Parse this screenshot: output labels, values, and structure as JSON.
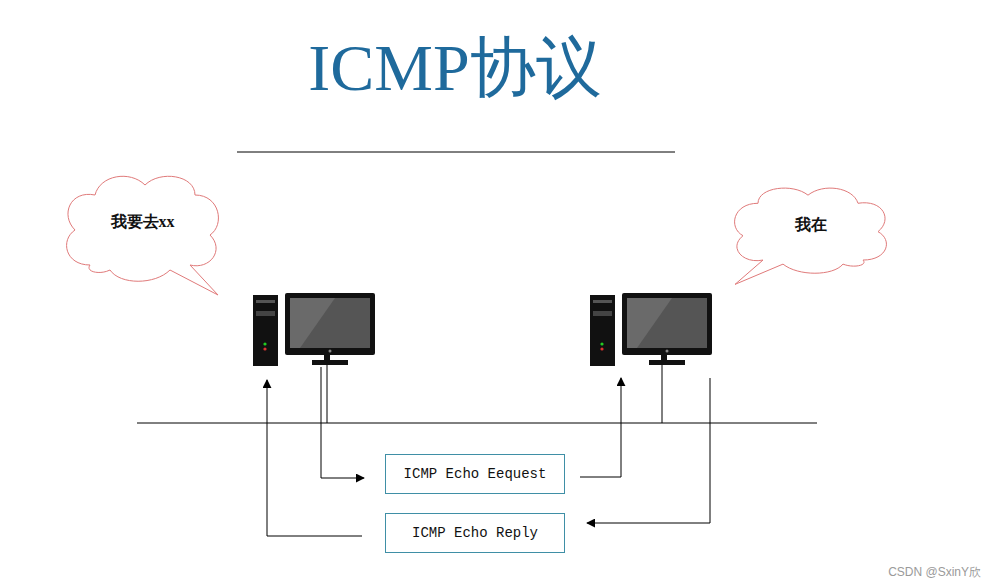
{
  "diagram": {
    "title": "ICMP协议",
    "nodes": [
      {
        "text": [
          "我要去xx"
        ]
      },
      {
        "text": [
          "我在"
        ]
      },
      {
        "text": [
          "ICMP Echo Eequest"
        ]
      },
      {
        "text": [
          "ICMP Echo Reply"
        ]
      }
    ],
    "labels": [
      "CSDN @SxinY欣"
    ]
  }
}
